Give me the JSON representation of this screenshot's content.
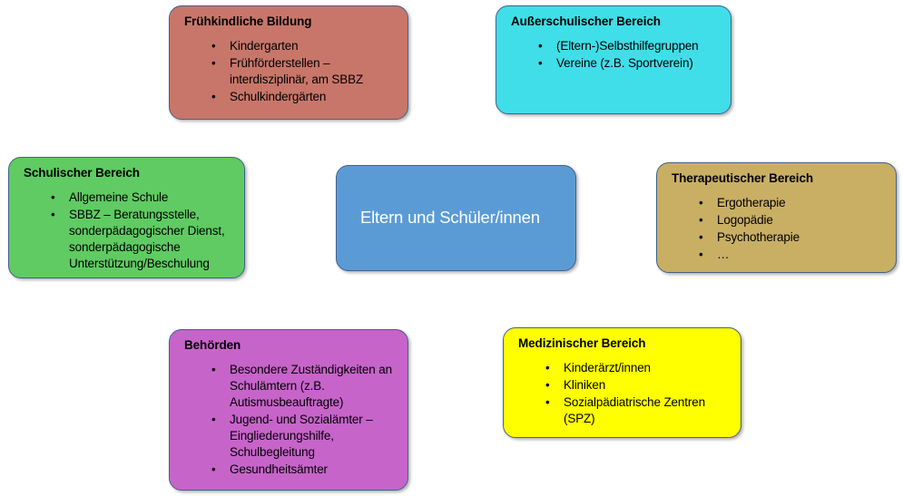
{
  "diagram": {
    "title_text": "Eltern und Schüler/innen",
    "colors": {
      "fruehkindliche": "#C8766A",
      "ausserschulischer": "#40DEE8",
      "schulischer": "#5FCB62",
      "center": "#5B9BD5",
      "therapeutischer": "#C9AF64",
      "behoerden": "#C764CA",
      "medizinischer": "#FFFF00",
      "border": "#41628C",
      "text": "#000000",
      "center_text": "#FFFFFF"
    },
    "nodes": [
      {
        "id": "fruehkindliche",
        "title": "Frühkindliche Bildung",
        "items": [
          "Kindergarten",
          "Frühförderstellen – interdisziplinär, am SBBZ",
          "Schulkindergärten"
        ]
      },
      {
        "id": "ausserschulischer",
        "title": "Außerschulischer Bereich",
        "items": [
          "(Eltern-)Selbsthilfegruppen",
          "Vereine (z.B. Sportverein)"
        ]
      },
      {
        "id": "schulischer",
        "title": "Schulischer Bereich",
        "items": [
          "Allgemeine Schule",
          "SBBZ – Beratungsstelle, sonderpädagogischer Dienst, sonderpädagogische Unterstützung/Beschulung"
        ]
      },
      {
        "id": "center",
        "title": "Eltern und Schüler/innen",
        "items": []
      },
      {
        "id": "therapeutischer",
        "title": "Therapeutischer Bereich",
        "items": [
          "Ergotherapie",
          "Logopädie",
          "Psychotherapie",
          "…"
        ]
      },
      {
        "id": "behoerden",
        "title": "Behörden",
        "items": [
          "Besondere Zuständigkeiten an Schulämtern (z.B. Autismusbeauftragte)",
          "Jugend- und Sozialämter – Eingliederungshilfe, Schulbegleitung",
          "Gesundheitsämter"
        ]
      },
      {
        "id": "medizinischer",
        "title": "Medizinischer Bereich",
        "items": [
          "Kinderärzt/innen",
          "Kliniken",
          "Sozialpädiatrische Zentren (SPZ)"
        ]
      }
    ],
    "bullet_glyph": "•"
  }
}
